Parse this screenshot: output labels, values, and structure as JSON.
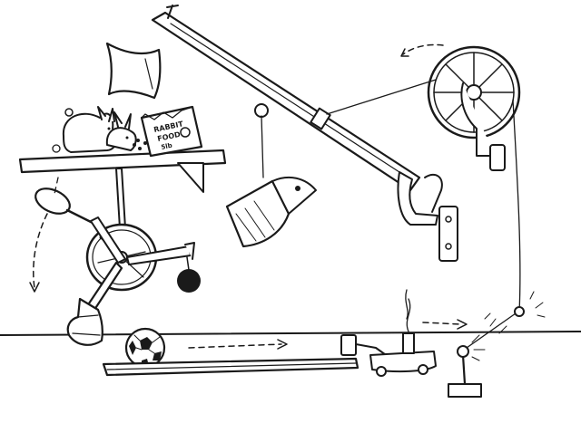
{
  "scene": {
    "rabbit_food_bag": {
      "line1": "RABBIT",
      "line2": "FOOD",
      "line3": "5lb"
    }
  },
  "colors": {
    "ink": "#1a1a1a",
    "paper": "#ffffff"
  }
}
